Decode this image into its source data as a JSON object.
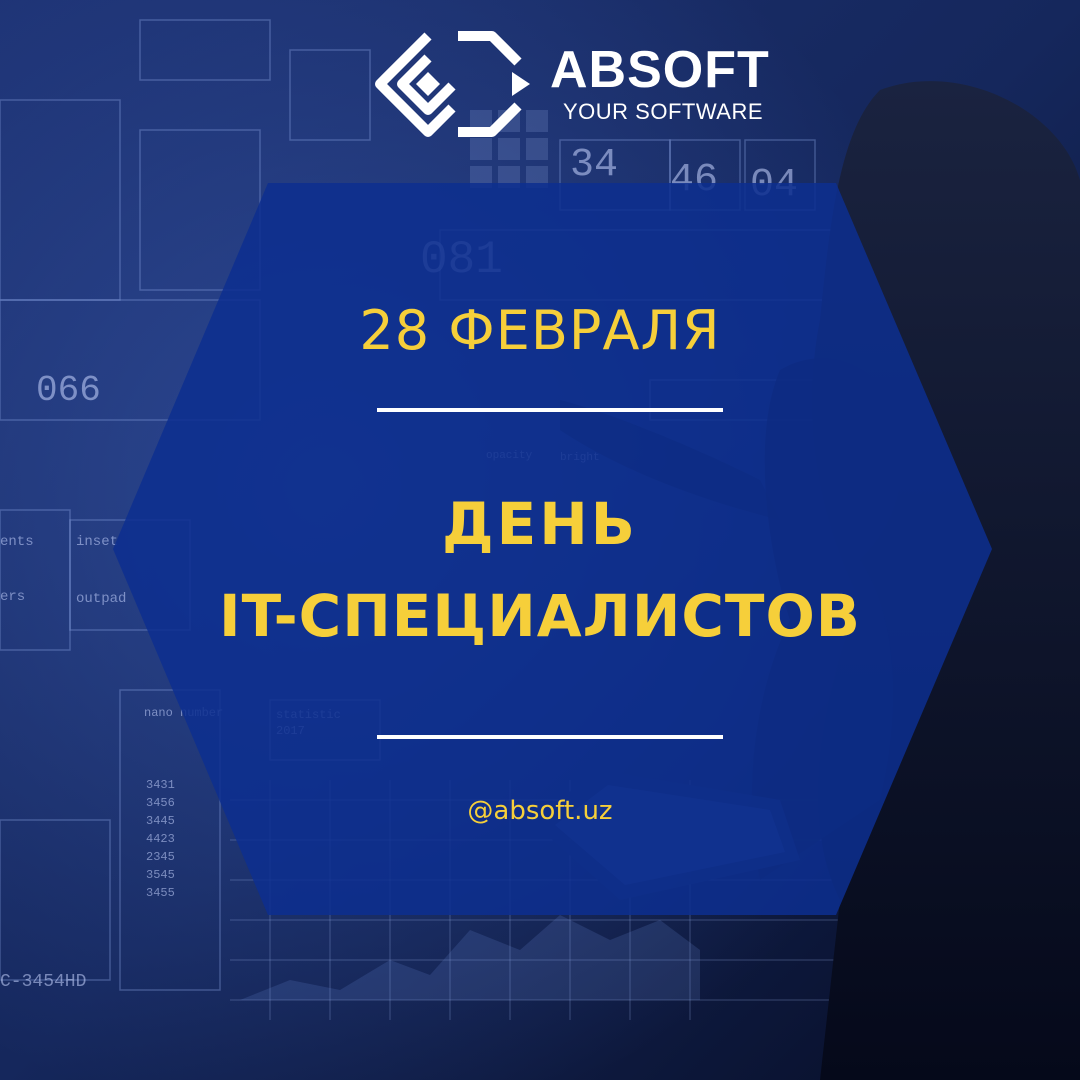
{
  "brand": {
    "name": "ABSOFT",
    "tagline": "YOUR SOFTWARE"
  },
  "poster": {
    "date": "28 ФЕВРАЛЯ",
    "headline_line1": "ДЕНЬ",
    "headline_line2": "IT-СПЕЦИАЛИСТОВ",
    "handle": "@absoft.uz"
  },
  "background_text": {
    "big_numbers": [
      "34",
      "46",
      "04",
      "081",
      "066"
    ],
    "side_labels": [
      "ents",
      "ers",
      "inset",
      "outpad",
      "statistic",
      "2017",
      "opacity",
      "bright",
      "nano number"
    ],
    "code": "C-3454HD",
    "column_values": [
      "3431",
      "3456",
      "3445",
      "4423",
      "2345",
      "3545",
      "3455"
    ]
  },
  "colors": {
    "background": "#0b1433",
    "hexagon": "#0d2f8f",
    "accent_yellow": "#f6cf3a",
    "text_white": "#ffffff"
  },
  "icons": {
    "logo": "absoft-logo-icon"
  }
}
